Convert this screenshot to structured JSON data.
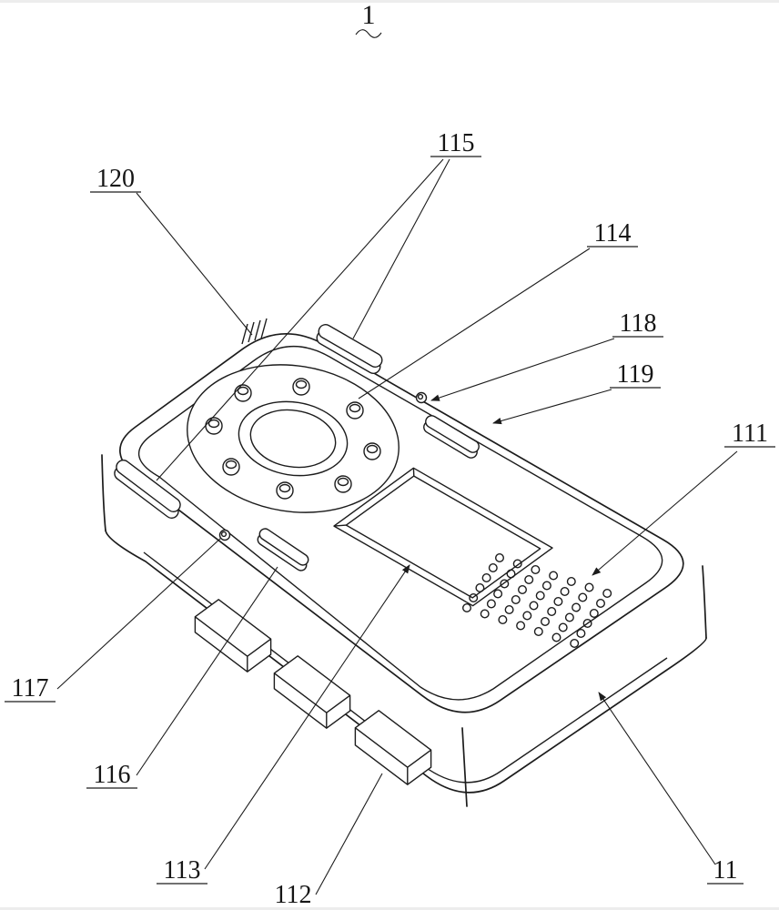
{
  "figure": {
    "label": "1"
  },
  "parts": {
    "p120": "120",
    "p115": "115",
    "p114": "114",
    "p118": "118",
    "p119": "119",
    "p111": "111",
    "p117": "117",
    "p116": "116",
    "p113": "113",
    "p112": "112",
    "p11": "11"
  },
  "colors": {
    "line": "#1c1c1c",
    "background": "#ffffff"
  }
}
